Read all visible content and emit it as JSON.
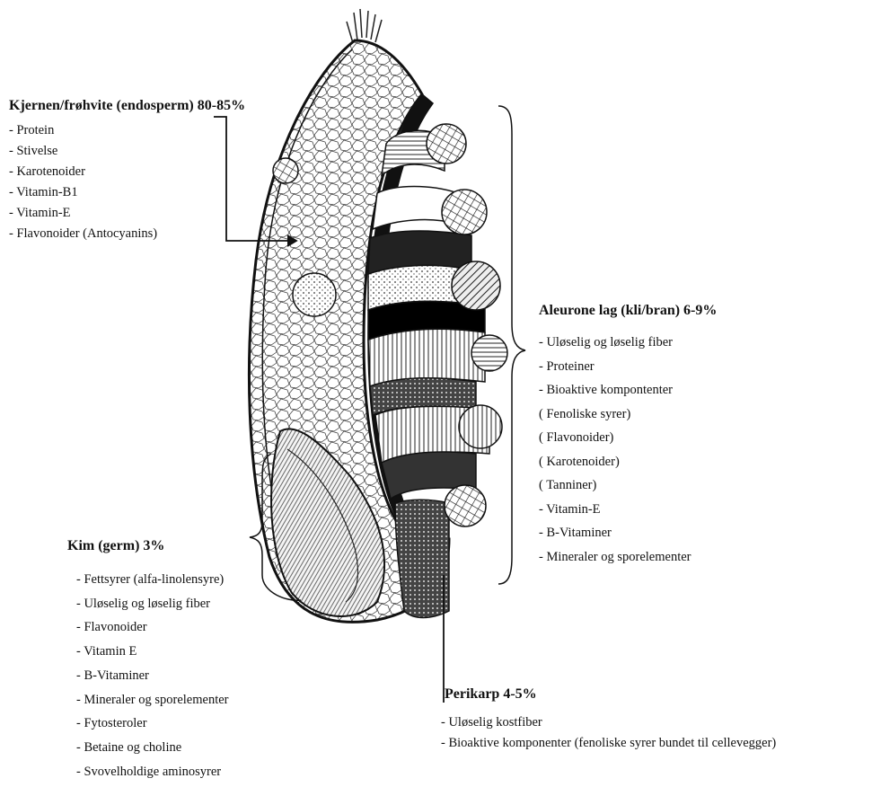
{
  "labels": {
    "kjernen": {
      "title": "Kjernen/frøhvite (endosperm) 80-85%",
      "items": [
        "- Protein",
        "- Stivelse",
        "- Karotenoider",
        "- Vitamin-B1",
        "- Vitamin-E",
        "- Flavonoider (Antocyanins)"
      ]
    },
    "aleurone": {
      "title": "Aleurone lag (kli/bran) 6-9%",
      "items": [
        "- Uløselig og løselig fiber",
        "- Proteiner",
        "- Bioaktive kompontenter",
        "( Fenoliske syrer)",
        "( Flavonoider)",
        "( Karotenoider)",
        "( Tanniner)",
        "- Vitamin-E",
        "- B-Vitaminer",
        "- Mineraler og sporelementer"
      ]
    },
    "kim": {
      "title": "Kim (germ) 3%",
      "items": [
        "- Fettsyrer (alfa-linolensyre)",
        "- Uløselig og løselig fiber",
        "- Flavonoider",
        "- Vitamin E",
        "- B-Vitaminer",
        "- Mineraler og sporelementer",
        "- Fytosteroler",
        "- Betaine og choline",
        "- Svovelholdige aminosyrer"
      ]
    },
    "perikarp": {
      "title": "Perikarp  4-5%",
      "items": [
        "- Uløselig kostfiber",
        "- Bioaktive komponenter (fenoliske syrer bundet til cellevegger)"
      ]
    }
  }
}
